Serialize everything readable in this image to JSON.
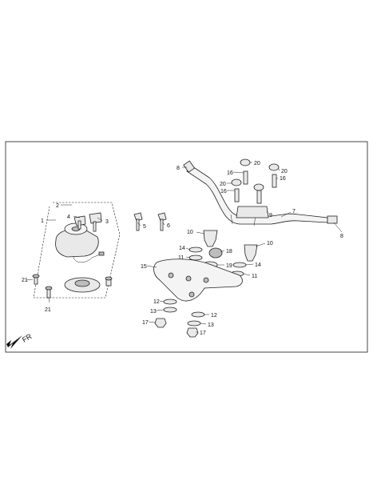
{
  "direction_label": "FR",
  "callouts": {
    "c1": "1",
    "c2": "2",
    "c3": "3",
    "c4": "4",
    "c5": "5",
    "c6": "6",
    "c7": "7",
    "c8a": "8",
    "c8b": "8",
    "c9": "9",
    "c10a": "10",
    "c10b": "10",
    "c11a": "11",
    "c11b": "11",
    "c12a": "12",
    "c12b": "12",
    "c13a": "13",
    "c13b": "13",
    "c14a": "14",
    "c14b": "14",
    "c15": "15",
    "c16a": "16",
    "c16b": "16",
    "c16c": "16",
    "c17a": "17",
    "c17b": "17",
    "c18": "18",
    "c19": "19",
    "c20a": "20",
    "c20b": "20",
    "c20c": "20",
    "c21a": "21",
    "c21b": "21"
  },
  "colors": {
    "line": "#222222",
    "part_fill": "#e9e9e9",
    "dark_fill": "#bdbdbd"
  }
}
